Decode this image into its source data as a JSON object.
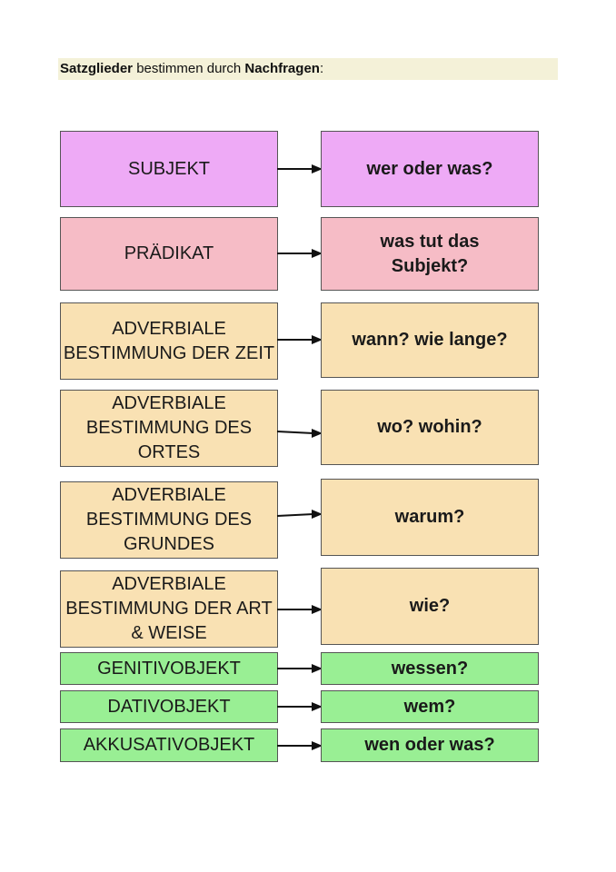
{
  "heading": {
    "part1": "Satzglieder",
    "part2": " bestimmen durch ",
    "part3": "Nachfragen",
    "part4": ":"
  },
  "rows": [
    {
      "term": "SUBJEKT",
      "question": "wer oder was?",
      "color": "#eeaaf6"
    },
    {
      "term": "PRÄDIKAT",
      "question": "was tut das Subjekt?",
      "color": "#f6bcc6"
    },
    {
      "term": "ADVERBIALE BESTIMMUNG DER ZEIT",
      "question": "wann? wie lange?",
      "color": "#f9e1b3"
    },
    {
      "term": "ADVERBIALE BESTIMMUNG DES ORTES",
      "question": "wo? wohin?",
      "color": "#f9e1b3"
    },
    {
      "term": "ADVERBIALE BESTIMMUNG DES GRUNDES",
      "question": "warum?",
      "color": "#f9e1b3"
    },
    {
      "term": "ADVERBIALE BESTIMMUNG DER ART & WEISE",
      "question": "wie?",
      "color": "#f9e1b3"
    },
    {
      "term": "GENITIVOBJEKT",
      "question": "wessen?",
      "color": "#99ef94"
    },
    {
      "term": "DATIVOBJEKT",
      "question": "wem?",
      "color": "#99ef94"
    },
    {
      "term": "AKKUSATIVOBJEKT",
      "question": "wen oder was?",
      "color": "#99ef94"
    }
  ]
}
